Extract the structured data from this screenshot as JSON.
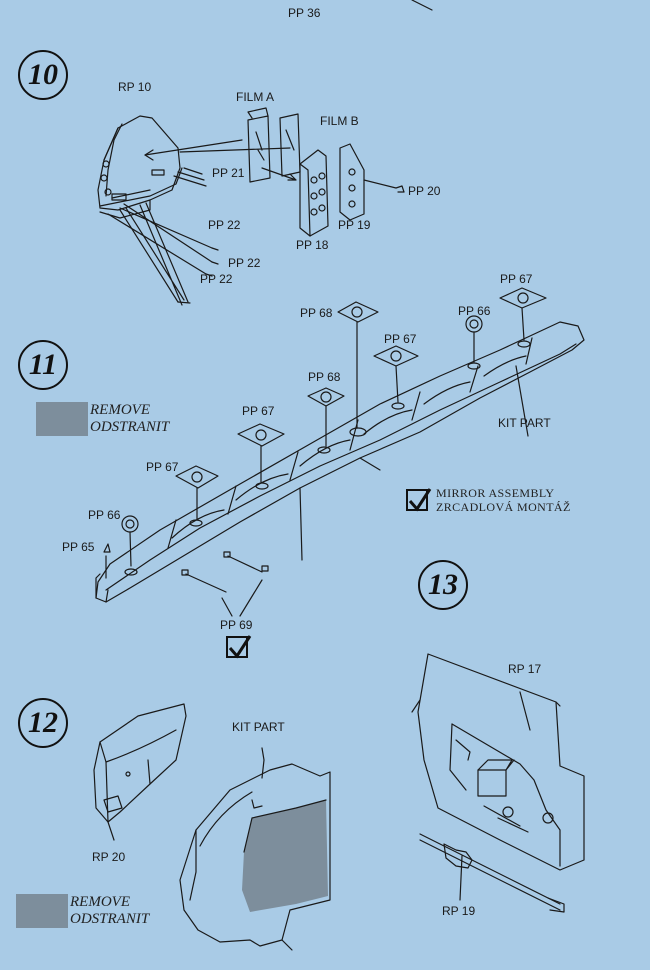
{
  "top_ref": "PP 36",
  "steps": {
    "s10": "10",
    "s11": "11",
    "s12": "12",
    "s13": "13"
  },
  "step10": {
    "rp10": "RP 10",
    "film_a": "FILM A",
    "film_b": "FILM B",
    "pp21": "PP 21",
    "pp22a": "PP 22",
    "pp22b": "PP 22",
    "pp22c": "PP 22",
    "pp20": "PP 20",
    "pp19": "PP 19",
    "pp18": "PP 18"
  },
  "step11": {
    "remove_en": "REMOVE",
    "remove_cz": "ODSTRANIT",
    "pp67a": "PP 67",
    "pp66a": "PP 66",
    "pp68a": "PP 68",
    "pp67b": "PP 67",
    "pp68b": "PP 68",
    "pp67c": "PP 67",
    "pp67d": "PP 67",
    "pp66b": "PP 66",
    "pp65": "PP 65",
    "pp69": "PP 69",
    "kit_part": "KIT PART",
    "mirror_en": "MIRROR  ASSEMBLY",
    "mirror_cz": "ZRCADLOVÁ MONTÁŽ"
  },
  "step12": {
    "kit_part": "KIT PART",
    "rp20": "RP 20",
    "remove_en": "REMOVE",
    "remove_cz": "ODSTRANIT"
  },
  "step13": {
    "rp17": "RP 17",
    "rp19": "RP 19"
  },
  "colors": {
    "paper": "#a9cbe6",
    "ink": "#1a1a1a",
    "remove_swatch": "#7d8e9c"
  }
}
